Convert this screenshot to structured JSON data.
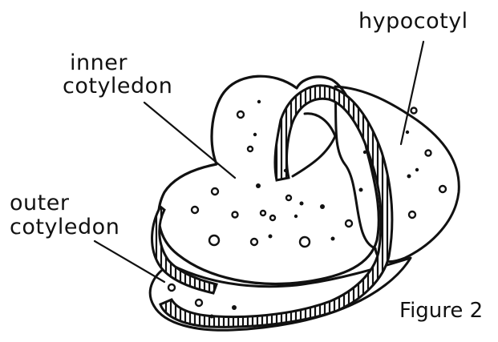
{
  "labels": {
    "hypocotyl": "hypocotyl",
    "inner_line1": "inner",
    "inner_line2": "cotyledon",
    "outer_line1": "outer",
    "outer_line2": "cotyledon"
  },
  "caption": "Figure 2",
  "colors": {
    "ink": "#111111",
    "background": "#ffffff"
  }
}
